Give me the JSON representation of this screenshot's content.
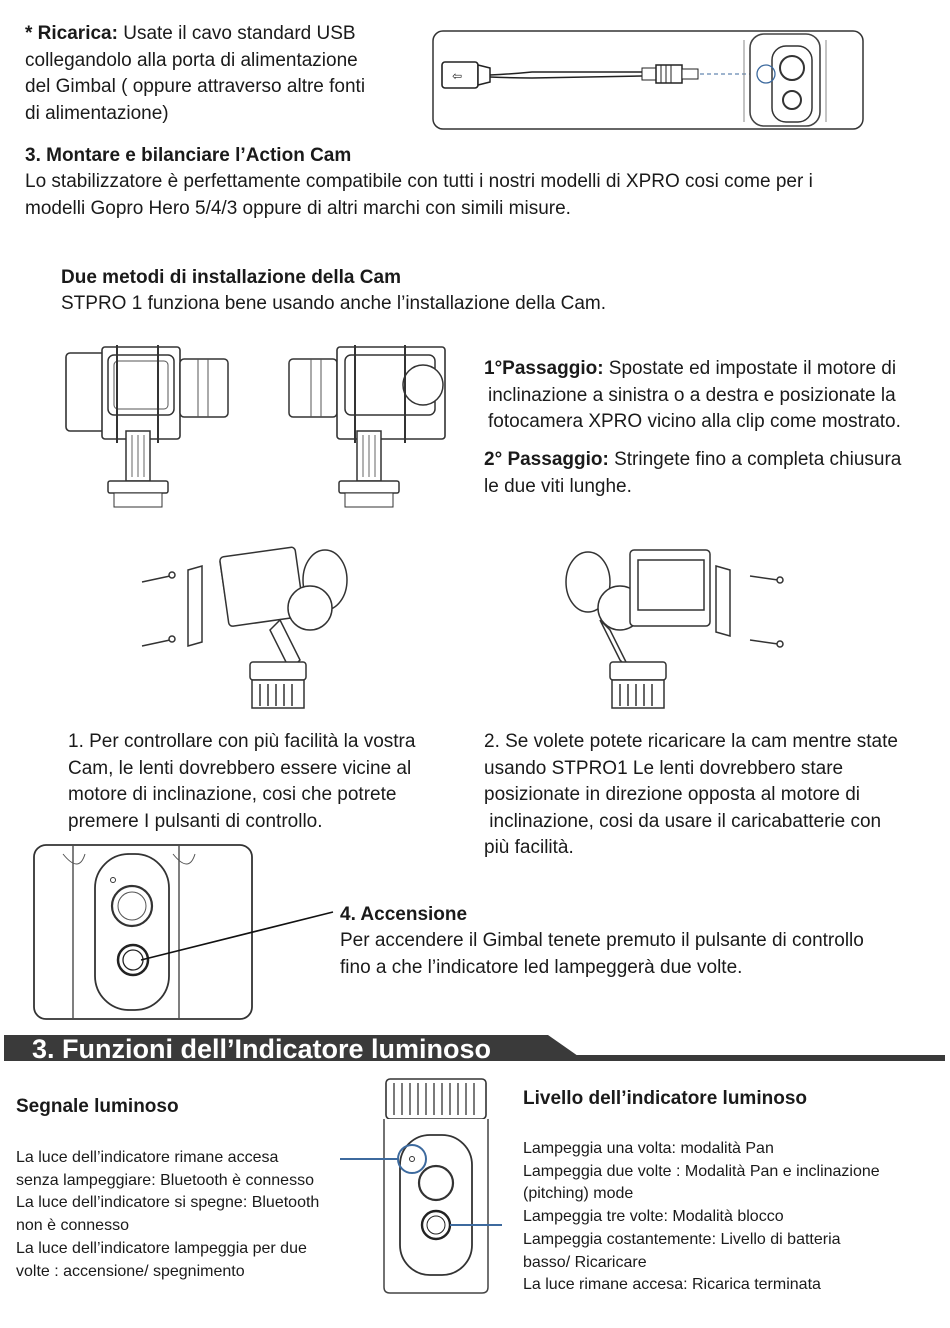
{
  "recharge": {
    "label": "* Ricarica:",
    "text_1": " Usate il cavo standard USB",
    "line_2": "collegandolo alla porta di alimentazione",
    "line_3": "del Gimbal ( oppure attraverso altre fonti",
    "line_4": "di alimentazione)"
  },
  "section3_mount": {
    "heading": "3. Montare e bilanciare l’Action Cam",
    "line_1": "Lo stabilizzatore è perfettamente compatibile con tutti i nostri modelli di XPRO cosi come per i",
    "line_2": "modelli Gopro Hero 5/4/3 oppure di altri marchi con simili misure."
  },
  "methods": {
    "heading": "Due metodi di installazione della Cam",
    "text": "STPRO 1 funziona bene usando anche l’installazione della Cam."
  },
  "step1": {
    "label": "1°Passaggio:",
    "text_1": " Spostate ed impostate il motore di",
    "line_2": "inclinazione a sinistra o a destra e posizionate la",
    "line_3": "fotocamera XPRO vicino alla clip come mostrato."
  },
  "step2": {
    "label": "2° Passaggio:",
    "text_1": " Stringete fino a completa chiusura",
    "line_2": "le due viti lunghe."
  },
  "note1": {
    "line_1": "1. Per controllare con più facilità la vostra",
    "line_2": "Cam, le lenti dovrebbero essere vicine al",
    "line_3": "motore di inclinazione, cosi che potrete",
    "line_4": "premere I pulsanti di controllo."
  },
  "note2": {
    "line_1": "2. Se volete potete ricaricare la cam mentre state",
    "line_2": "usando STPRO1 Le lenti dovrebbero stare",
    "line_3": "posizionate in direzione opposta al motore di",
    "line_4": " inclinazione, cosi da usare il caricabatterie con",
    "line_5": "più facilità."
  },
  "power_on": {
    "heading": "4. Accensione",
    "line_1": "Per accendere il Gimbal tenete premuto il pulsante di controllo",
    "line_2": "fino a che l’indicatore led lampeggerà due volte."
  },
  "banner": {
    "title": "3. Funzioni dell’Indicatore luminoso"
  },
  "signal": {
    "heading": "Segnale luminoso",
    "lines": [
      "La luce dell’indicatore rimane accesa",
      "senza lampeggiare: Bluetooth è connesso",
      "La luce dell’indicatore si spegne: Bluetooth",
      "non è connesso",
      "La luce dell’indicatore lampeggia per due",
      "volte : accensione/ spegnimento"
    ]
  },
  "level": {
    "heading": "Livello dell’indicatore luminoso",
    "lines": [
      "Lampeggia una volta: modalità Pan",
      "Lampeggia due volte : Modalità Pan e inclinazione",
      "(pitching) mode",
      "Lampeggia tre volte: Modalità blocco",
      "Lampeggia costantemente: Livello di batteria",
      "basso/ Ricaricare",
      "La luce rimane accesa: Ricarica terminata"
    ]
  },
  "colors": {
    "banner": "#3a3a3a",
    "callout_line": "#3d6a9e",
    "ink": "#1a1a1a"
  }
}
